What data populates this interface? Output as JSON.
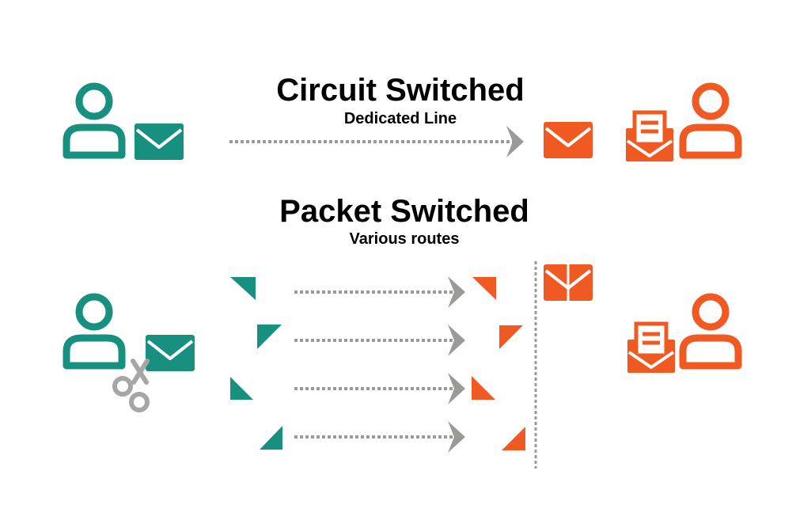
{
  "colors": {
    "sender": "#17907f",
    "receiver": "#f05a22",
    "arrow": "#9c9a97",
    "scissors": "#a7a6a4",
    "text": "#000000"
  },
  "circuit": {
    "title": "Circuit Switched",
    "subtitle": "Dedicated Line"
  },
  "packet": {
    "title": "Packet Switched",
    "subtitle": "Various routes",
    "packet_count": 4
  },
  "icons": {
    "sender": "user-icon",
    "message": "envelope-icon",
    "received": "open-envelope-icon",
    "split": "scissors-icon",
    "fragment": "packet-fragment-icon"
  }
}
